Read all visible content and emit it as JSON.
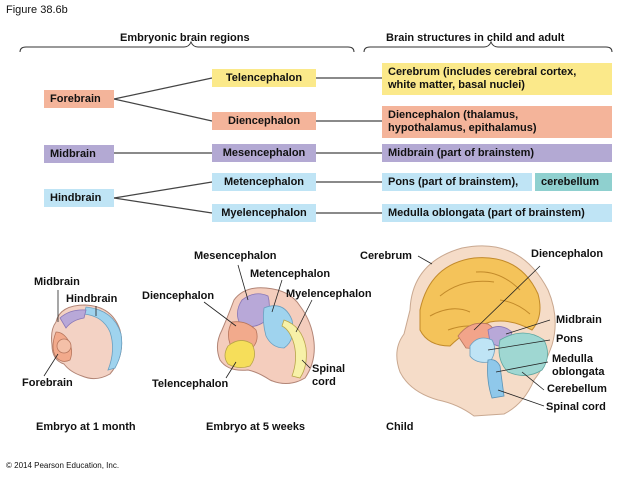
{
  "figure_label": "Figure 38.6b",
  "headers": {
    "left": "Embryonic brain regions",
    "right": "Brain structures in child and adult"
  },
  "regions": {
    "forebrain": "Forebrain",
    "midbrain": "Midbrain",
    "hindbrain": "Hindbrain"
  },
  "subregions": {
    "telencephalon": "Telencephalon",
    "diencephalon": "Diencephalon",
    "mesencephalon": "Mesencephalon",
    "metencephalon": "Metencephalon",
    "myelencephalon": "Myelencephalon"
  },
  "structures": {
    "cerebrum_line1": "Cerebrum (includes cerebral cortex,",
    "cerebrum_line2": "white matter, basal nuclei)",
    "diencephalon_line1": "Diencephalon (thalamus,",
    "diencephalon_line2": "hypothalamus, epithalamus)",
    "midbrain": "Midbrain (part of brainstem)",
    "pons": "Pons (part of brainstem),",
    "cerebellum": "cerebellum",
    "medulla": "Medulla oblongata (part of brainstem)"
  },
  "embryo1_labels": {
    "midbrain": "Midbrain",
    "hindbrain": "Hindbrain",
    "forebrain": "Forebrain"
  },
  "embryo5_labels": {
    "mesencephalon": "Mesencephalon",
    "metencephalon": "Metencephalon",
    "diencephalon": "Diencephalon",
    "myelencephalon": "Myelencephalon",
    "spinal_line1": "Spinal",
    "spinal_line2": "cord",
    "telencephalon": "Telencephalon"
  },
  "child_labels": {
    "cerebrum": "Cerebrum",
    "diencephalon": "Diencephalon",
    "midbrain": "Midbrain",
    "pons": "Pons",
    "medulla_line1": "Medulla",
    "medulla_line2": "oblongata",
    "cerebellum": "Cerebellum",
    "spinal_cord": "Spinal cord"
  },
  "captions": {
    "embryo1": "Embryo at 1 month",
    "embryo5": "Embryo at 5 weeks",
    "child": "Child"
  },
  "copyright": "© 2014 Pearson Education, Inc.",
  "colors": {
    "forebrain_pink": "#f4b49a",
    "telencephalon_yellow": "#fbe98a",
    "midbrain_purple": "#b3a9d3",
    "hindbrain_blue": "#bfe4f5",
    "cerebellum_teal": "#8fd0cf"
  }
}
